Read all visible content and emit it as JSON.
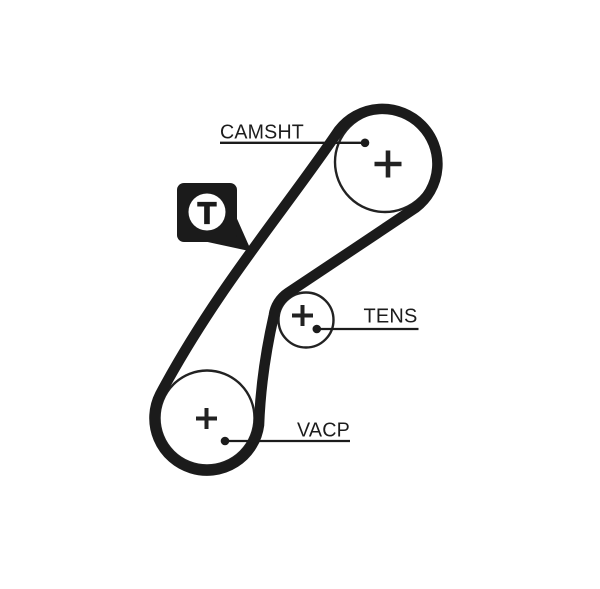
{
  "diagram": {
    "type": "timing-belt-routing-diagram",
    "background_color": "#ffffff",
    "ink_color": "#1c1c1c",
    "belt_color": "#1b1b1b",
    "pulleys": [
      {
        "id": "camshaft",
        "label": "CAMSHT",
        "center_mark": "+"
      },
      {
        "id": "tensioner",
        "label": "TENS",
        "center_mark": "+"
      },
      {
        "id": "vacuum_pump",
        "label": "VACP",
        "center_mark": "+"
      }
    ],
    "badge": {
      "letter": "T",
      "meaning": "timing-mark-badge"
    }
  }
}
